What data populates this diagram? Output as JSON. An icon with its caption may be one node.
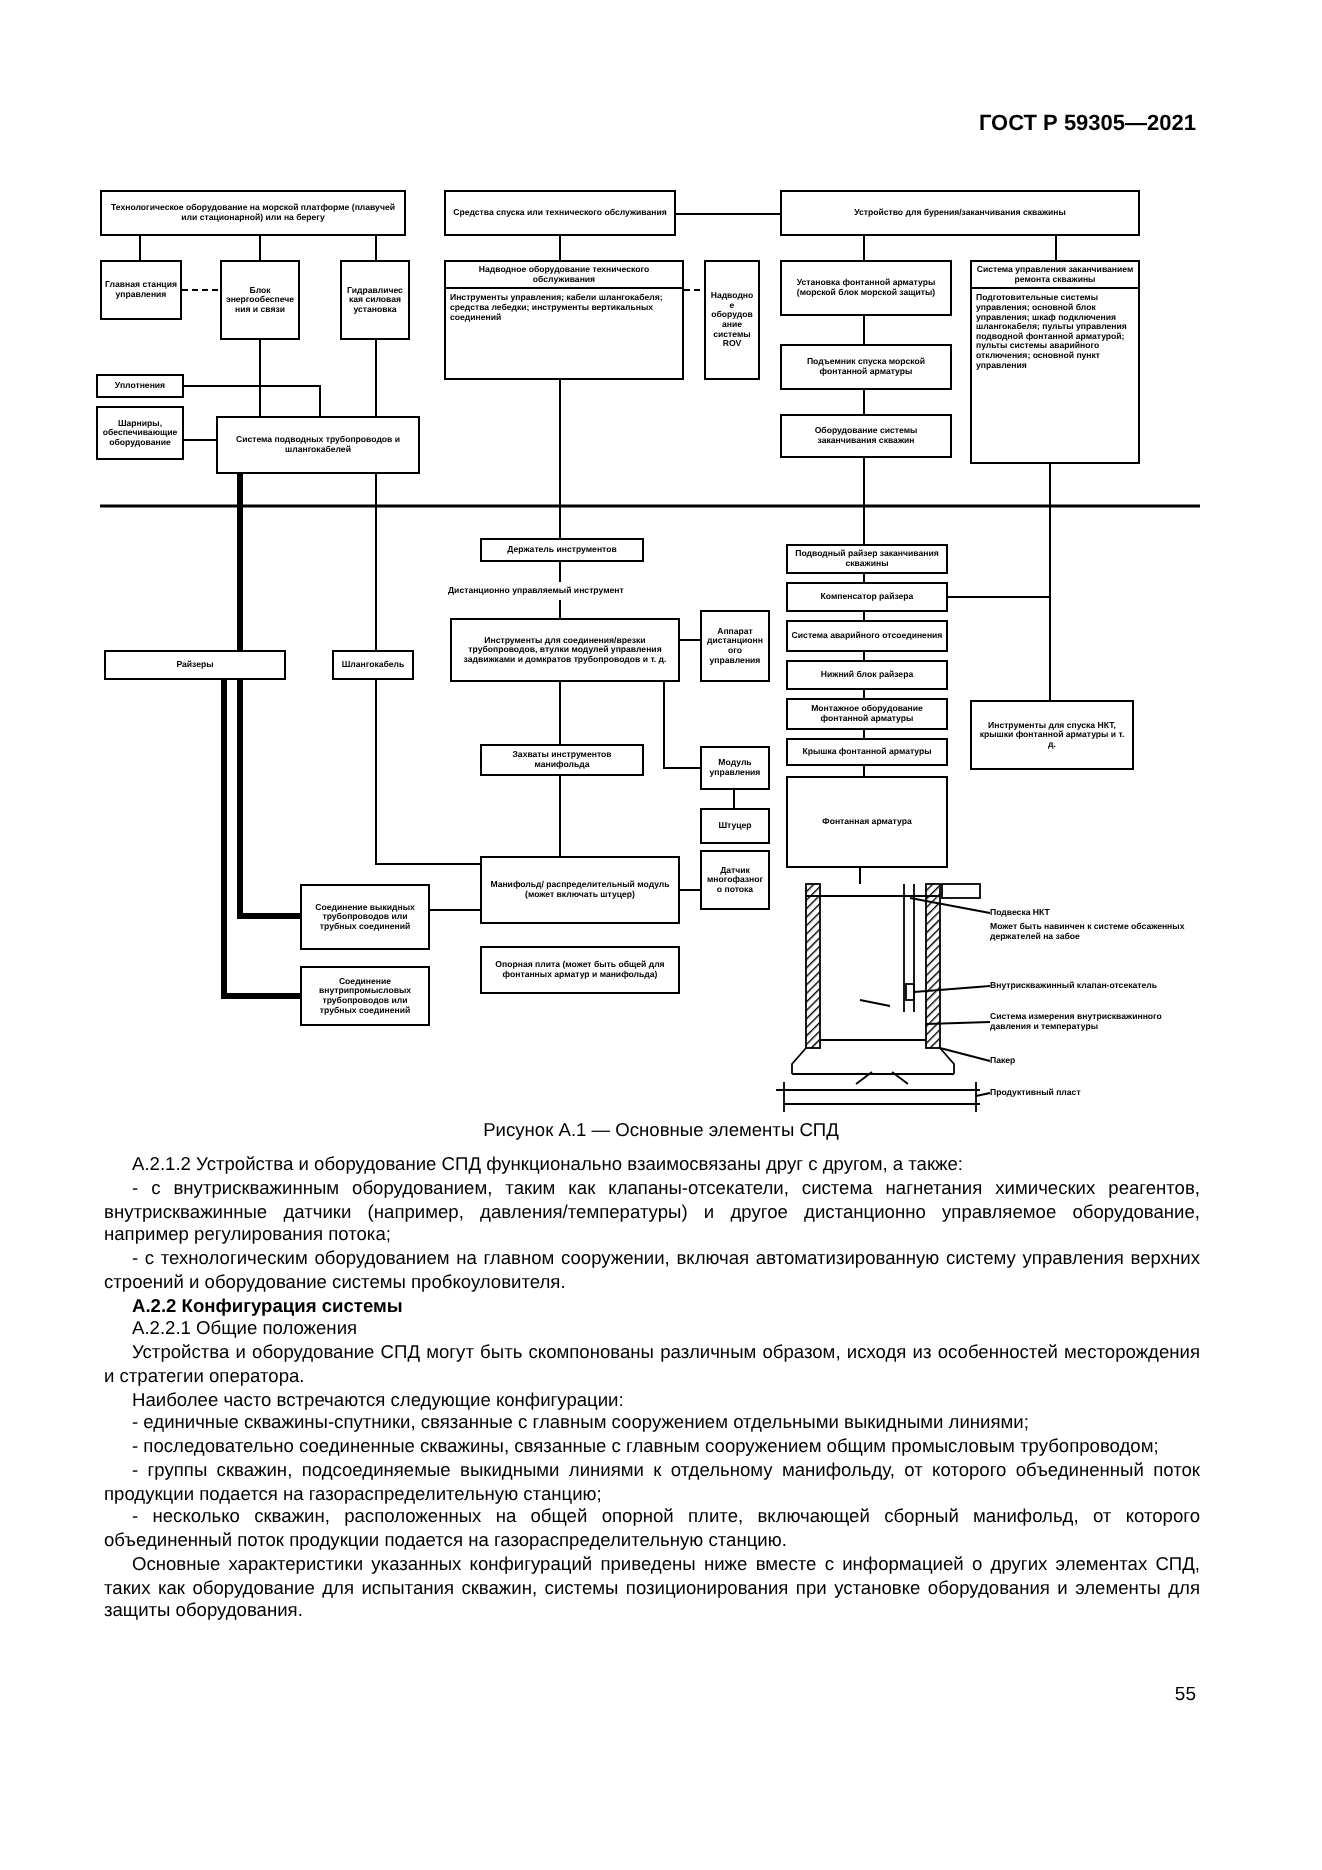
{
  "diagram": {
    "caption": "Рисунок А.1 — Основные элементы СПД",
    "nodes": [
      {
        "text": [
          "Технологическое оборудование на морской платформе (плавучей или стационарной) или на берегу"
        ]
      },
      {
        "text": [
          "Главная станция управления"
        ]
      },
      {
        "text": [
          "Блок энергообеспечения и связи"
        ]
      },
      {
        "text": [
          "Гидравлическая силовая установка"
        ]
      },
      {
        "text": [
          "Уплотнения"
        ]
      },
      {
        "text": [
          "Шарниры, обеспечивающие оборудование"
        ]
      },
      {
        "text": [
          "Система подводных трубопроводов и шлангокабелей"
        ]
      },
      {
        "text": [
          "Средства спуска или технического обслуживания"
        ]
      },
      {
        "text": [
          "Надводное оборудование технического обслуживания",
          "Инструменты управления; кабели шлангокабеля; средства лебедки; инструменты вертикальных соединений"
        ]
      },
      {
        "text": [
          "Надводное оборудование системы ROV"
        ]
      },
      {
        "text": [
          "Устройство для бурения/заканчивания скважины"
        ]
      },
      {
        "text": [
          "Установка фонтанной арматуры (морской блок морской защиты)"
        ]
      },
      {
        "text": [
          "Подъемник спуска морской фонтанной арматуры"
        ]
      },
      {
        "text": [
          "Оборудование системы заканчивания скважин"
        ]
      },
      {
        "text": [
          "Система управления заканчиванием ремонта скважины",
          "Подготовительные системы управления; основной блок управления; шкаф подключения шлангокабеля; пульты управления подводной фонтанной арматурой; пульты системы аварийного отключения; основной пункт управления"
        ]
      },
      {
        "text": [
          "Держатель инструментов"
        ]
      },
      {
        "text": [
          "Дистанционно управляемый инструмент"
        ]
      },
      {
        "text": [
          "Инструменты для соединения/врезки трубопроводов, втулки модулей управления задвижками и домкратов трубопроводов и т. д."
        ]
      },
      {
        "text": [
          "Райзеры"
        ]
      },
      {
        "text": [
          "Шлангокабель"
        ]
      },
      {
        "text": [
          "Захваты инструментов манифольда"
        ]
      },
      {
        "text": [
          "Аппарат дистанционного управления"
        ]
      },
      {
        "text": [
          "Модуль управления"
        ]
      },
      {
        "text": [
          "Штуцер"
        ]
      },
      {
        "text": [
          "Датчик многофазного потока"
        ]
      },
      {
        "text": [
          "Манифольд/ распределительный модуль (может включать штуцер)"
        ]
      },
      {
        "text": [
          "Опорная плита (может быть общей для фонтанных арматур и манифольда)"
        ]
      },
      {
        "text": [
          "Соединение выкидных трубопроводов или трубных соединений"
        ]
      },
      {
        "text": [
          "Соединение внутрипромысловых трубопроводов или трубных соединений"
        ]
      },
      {
        "text": [
          "Подводный райзер заканчивания скважины"
        ]
      },
      {
        "text": [
          "Компенсатор райзера"
        ]
      },
      {
        "text": [
          "Система аварийного отсоединения"
        ]
      },
      {
        "text": [
          "Нижний блок райзера"
        ]
      },
      {
        "text": [
          "Монтажное оборудование фонтанной арматуры"
        ]
      },
      {
        "text": [
          "Крышка фонтанной арматуры"
        ]
      },
      {
        "text": [
          "Фонтанная арматура"
        ]
      },
      {
        "text": [
          "Инструменты для спуска НКТ, крышки фонтанной арматуры и т. д."
        ]
      },
      {
        "text": [
          "Подвеска НКТ"
        ]
      },
      {
        "text": [
          "Внутрискважинный клапан-отсекатель"
        ]
      },
      {
        "text": [
          "Система измерения внутрискважинного давления и температуры"
        ]
      },
      {
        "text": [
          "Пакер"
        ]
      },
      {
        "text": [
          "Продуктивный пласт"
        ]
      },
      {
        "text": [],
        "shape": "picture"
      }
    ],
    "edges": [
      {
        "from": 0,
        "to": 1,
        "arrow": "none"
      },
      {
        "from": 0,
        "to": 2,
        "arrow": "none"
      },
      {
        "from": 0,
        "to": 3,
        "arrow": "none"
      },
      {
        "from": 1,
        "to": 2,
        "arrow": "none",
        "style": "dashed"
      },
      {
        "from": 2,
        "to": 6,
        "arrow": "none"
      },
      {
        "from": 3,
        "to": 6,
        "arrow": "none"
      },
      {
        "from": 4,
        "to": 6,
        "arrow": "none"
      },
      {
        "from": 5,
        "to": 6,
        "arrow": "none"
      },
      {
        "from": 7,
        "to": 8,
        "arrow": "none"
      },
      {
        "from": 8,
        "to": 9,
        "arrow": "none",
        "style": "dashed"
      },
      {
        "from": 7,
        "to": 10,
        "arrow": "none"
      },
      {
        "from": 10,
        "to": 11,
        "arrow": "none"
      },
      {
        "from": 10,
        "to": 14,
        "arrow": "none"
      },
      {
        "from": 11,
        "to": 12,
        "arrow": "none"
      },
      {
        "from": 12,
        "to": 13,
        "arrow": "none"
      },
      {
        "from": 8,
        "to": 15,
        "arrow": "none"
      },
      {
        "from": 13,
        "to": 29,
        "arrow": "none"
      },
      {
        "from": 14,
        "to": 30,
        "arrow": "none"
      },
      {
        "from": 14,
        "to": 36,
        "arrow": "none"
      },
      {
        "from": 15,
        "to": 16,
        "arrow": "none"
      },
      {
        "from": 16,
        "to": 17,
        "arrow": "none"
      },
      {
        "from": 17,
        "to": 20,
        "arrow": "none"
      },
      {
        "from": 20,
        "to": 25,
        "arrow": "none"
      },
      {
        "from": 17,
        "to": 21,
        "arrow": "none"
      },
      {
        "from": 17,
        "to": 22,
        "arrow": "none"
      },
      {
        "from": 22,
        "to": 23,
        "arrow": "none"
      },
      {
        "from": 25,
        "to": 24,
        "arrow": "none"
      },
      {
        "from": 6,
        "to": 18,
        "arrow": "none",
        "style": "thick"
      },
      {
        "from": 6,
        "to": 19,
        "arrow": "none"
      },
      {
        "from": 18,
        "to": 27,
        "arrow": "none",
        "style": "thick"
      },
      {
        "from": 18,
        "to": 28,
        "arrow": "none",
        "style": "thick"
      },
      {
        "from": 19,
        "to": 25,
        "arrow": "none"
      },
      {
        "from": 27,
        "to": 25,
        "arrow": "none"
      },
      {
        "from": 29,
        "to": 30,
        "arrow": "none"
      },
      {
        "from": 30,
        "to": 31,
        "arrow": "none"
      },
      {
        "from": 31,
        "to": 32,
        "arrow": "none"
      },
      {
        "from": 32,
        "to": 33,
        "arrow": "none"
      },
      {
        "from": 33,
        "to": 34,
        "arrow": "none"
      },
      {
        "from": 34,
        "to": 35,
        "arrow": "none"
      },
      {
        "from": 37,
        "to": 42,
        "arrow": "none"
      },
      {
        "from": 38,
        "to": 42,
        "arrow": "none"
      },
      {
        "from": 39,
        "to": 42,
        "arrow": "none"
      },
      {
        "from": 40,
        "to": 42,
        "arrow": "none"
      },
      {
        "from": 41,
        "to": 42,
        "arrow": "none"
      },
      {
        "from": 35,
        "to": 42,
        "arrow": "none"
      }
    ],
    "labels": [
      "ГОСТ Р 59305—2021",
      "Может быть навинчен к системе обсаженных держателей на забое",
      "А.2.1.2 Устройства и оборудование СПД функционально взаимосвязаны друг с другом, а также:",
      "- с внутрискважинным оборудованием, таким как клапаны-отсекатели, система нагнетания химических реагентов, внутрискважинные датчики (например, давления/температуры) и другое дистанционно управляемое оборудование, например регулирования потока;",
      "- с технологическим оборудованием на главном сооружении, включая автоматизированную систему управления верхних строений и оборудование системы пробкоуловителя.",
      "А.2.2 Конфигурация системы",
      "А.2.2.1 Общие положения",
      "Устройства и оборудование СПД могут быть скомпонованы различным образом, исходя из особенностей месторождения и стратегии оператора.",
      "Наиболее часто встречаются следующие конфигурации:",
      "- единичные скважины-спутники, связанные с главным сооружением отдельными выкидными линиями;",
      "- последовательно соединенные скважины, связанные с главным сооружением общим промысловым трубопроводом;",
      "- группы скважин, подсоединяемые выкидными линиями к отдельному манифольду, от которого объединенный поток продукции подается на газораспределительную станцию;",
      "- несколько скважин, расположенных на общей опорной плите, включающей сборный манифольд, от которого объединенный поток продукции подается на газораспределительную станцию.",
      "Основные характеристики указанных конфигураций приведены ниже вместе с информацией о других элементах СПД, таких как оборудование для испытания скважин, системы позиционирования при установке оборудования и элементы для защиты оборудования.",
      "55"
    ]
  }
}
